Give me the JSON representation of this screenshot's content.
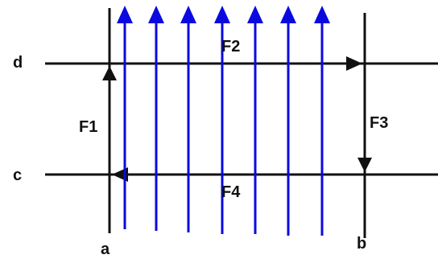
{
  "labels": {
    "d": "d",
    "c": "c",
    "a": "a",
    "b": "b",
    "f1": "F1",
    "f2": "F2",
    "f3": "F3",
    "f4": "F4"
  },
  "colors": {
    "conductor": "#111111",
    "field_lines": "#0a0ae0",
    "background": "#ffffff"
  },
  "field_line_count": 7
}
